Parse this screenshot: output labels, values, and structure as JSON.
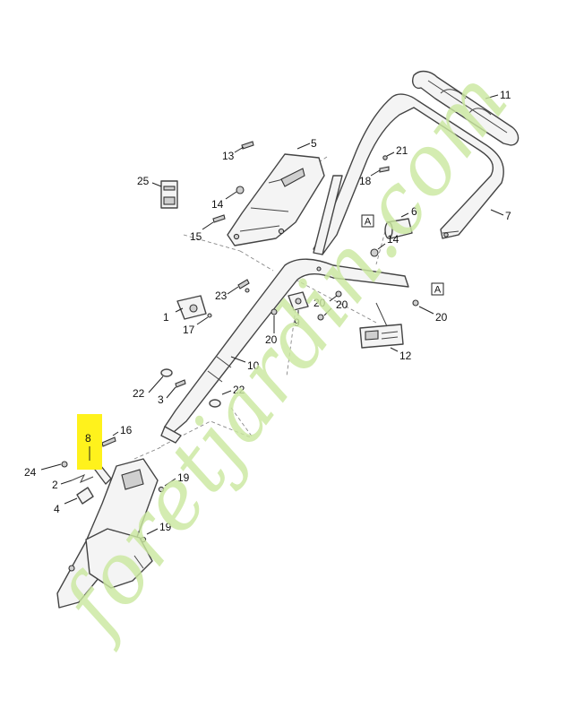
{
  "watermark": {
    "text": "foretjardin.com",
    "colors": {
      "green": "#cbe8a0",
      "orange": "#f7c48f"
    }
  },
  "highlight": {
    "label": "8",
    "color": "#fff21c"
  },
  "boxed_markers": [
    "A",
    "A"
  ],
  "callouts": [
    {
      "id": "c11",
      "label": "11"
    },
    {
      "id": "c5",
      "label": "5"
    },
    {
      "id": "c21",
      "label": "21"
    },
    {
      "id": "c13",
      "label": "13"
    },
    {
      "id": "c18",
      "label": "18"
    },
    {
      "id": "c25",
      "label": "25"
    },
    {
      "id": "c14a",
      "label": "14"
    },
    {
      "id": "c6",
      "label": "6"
    },
    {
      "id": "c7",
      "label": "7"
    },
    {
      "id": "c15",
      "label": "15"
    },
    {
      "id": "c14b",
      "label": "14"
    },
    {
      "id": "c23",
      "label": "23"
    },
    {
      "id": "c20a",
      "label": "20"
    },
    {
      "id": "c20b",
      "label": "20"
    },
    {
      "id": "c1",
      "label": "1"
    },
    {
      "id": "c9",
      "label": "9"
    },
    {
      "id": "c20c",
      "label": "20"
    },
    {
      "id": "c17",
      "label": "17"
    },
    {
      "id": "c20d",
      "label": "20"
    },
    {
      "id": "c12",
      "label": "12"
    },
    {
      "id": "c10",
      "label": "10"
    },
    {
      "id": "c22a",
      "label": "22"
    },
    {
      "id": "c3",
      "label": "3"
    },
    {
      "id": "c22b",
      "label": "22"
    },
    {
      "id": "c16",
      "label": "16"
    },
    {
      "id": "c24",
      "label": "24"
    },
    {
      "id": "c19a",
      "label": "19"
    },
    {
      "id": "c2",
      "label": "2"
    },
    {
      "id": "c4",
      "label": "4"
    },
    {
      "id": "c19b",
      "label": "19"
    }
  ]
}
